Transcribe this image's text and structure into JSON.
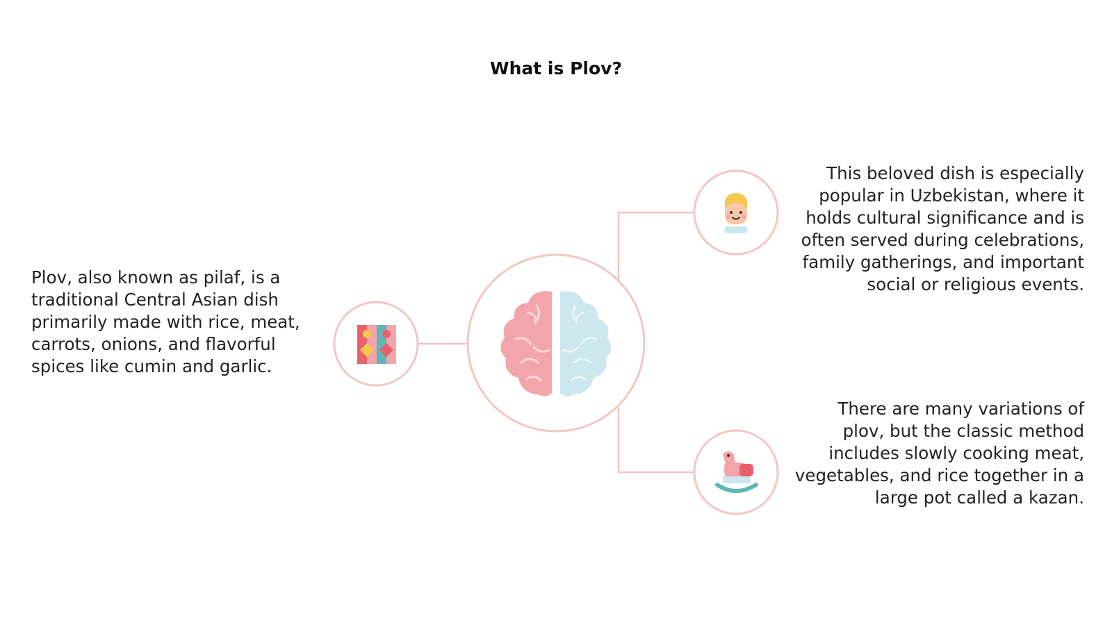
{
  "title": "What is Plov?",
  "colors": {
    "ring": "#f2c6c4",
    "connector": "#f0c4c2",
    "brain_left": "#f2a5aa",
    "brain_right": "#cde7ee",
    "accent_red": "#e8616b",
    "accent_teal": "#5fb6b6",
    "accent_yellow": "#f5c94e"
  },
  "center_node": {
    "icon": "brain-icon"
  },
  "nodes": [
    {
      "id": "left",
      "icon": "pattern-tile-icon",
      "text": "Plov, also known as pilaf, is a traditional Central Asian dish primarily made with rice, meat, carrots, onions, and flavorful spices like cumin and garlic."
    },
    {
      "id": "right-top",
      "icon": "child-face-icon",
      "text": "This beloved dish is especially popular in Uzbekistan, where it holds cultural significance and is often served during celebrations, family gatherings, and important social or religious events."
    },
    {
      "id": "right-bottom",
      "icon": "rocking-horse-icon",
      "text": "There are many variations of plov, but the classic method includes slowly cooking meat, vegetables, and rice together in a large pot called a kazan."
    }
  ]
}
